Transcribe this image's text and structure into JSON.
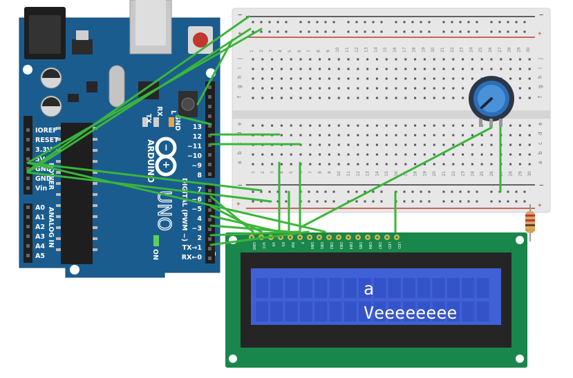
{
  "arduino": {
    "brand": "ARDUINO",
    "model": "UNO",
    "labels": {
      "l": "L",
      "tx": "TX",
      "rx": "RX",
      "on": "ON",
      "gnd": "GND",
      "power": "POWER",
      "analog_in": "ANALOG IN",
      "digital": "DIGITAL (PWM ~)"
    },
    "power_pins": [
      "IOREF",
      "RESET",
      "3.3V",
      "5V",
      "GND",
      "GND",
      "Vin"
    ],
    "analog_pins": [
      "A0",
      "A1",
      "A2",
      "A3",
      "A4",
      "A5"
    ],
    "digital_pins_top": [
      "13",
      "12",
      "~11",
      "~10",
      "~9",
      "8"
    ],
    "digital_pins_bottom": [
      "7",
      "~6",
      "~5",
      "4",
      "~3",
      "2",
      "TX→1",
      "RX←0"
    ]
  },
  "breadboard": {
    "columns": [
      "1",
      "2",
      "3",
      "4",
      "5",
      "6",
      "7",
      "8",
      "9",
      "10",
      "11",
      "12",
      "13",
      "14",
      "15",
      "16",
      "17",
      "18",
      "19",
      "20",
      "21",
      "22",
      "23",
      "24",
      "25",
      "26",
      "27",
      "28",
      "29",
      "30"
    ],
    "rows_top": [
      "j",
      "i",
      "h",
      "g",
      "f"
    ],
    "rows_bottom": [
      "e",
      "d",
      "c",
      "b",
      "a"
    ],
    "rail_minus": "−",
    "rail_plus": "+"
  },
  "lcd": {
    "pins": [
      "GND",
      "VCC",
      "V0",
      "RS",
      "RW",
      "E",
      "DB0",
      "DB1",
      "DB2",
      "DB3",
      "DB4",
      "DB5",
      "DB6",
      "DB7",
      "LED",
      "LED"
    ],
    "line1": "a",
    "line2": "Veeeeeeee",
    "cursor_column": 9,
    "colors": {
      "backlight": "#3f60d6",
      "pcb": "#19864b",
      "frame": "#252525",
      "pixels": "#ffffff"
    }
  },
  "colors": {
    "wire": "#3ab53a",
    "arduino_board": "#1b5c8f",
    "breadboard": "#e5e5e5",
    "potentiometer": "#2c6fb8",
    "resistor": "#d8a56f"
  }
}
